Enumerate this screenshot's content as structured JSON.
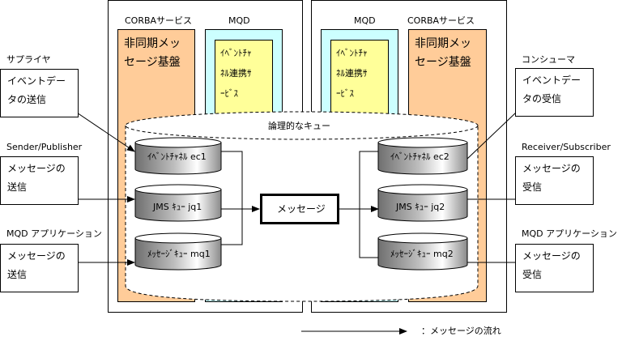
{
  "host_left": {
    "corba_label": "CORBAサービス",
    "mqd_label": "MQD",
    "corba_box_lines": [
      "非同期メッ",
      "セージ基盤"
    ],
    "ecs_box_lines": [
      "ｲﾍﾞﾝﾄﾁｬ",
      "ﾈﾙ連携ｻ",
      "ｰﾋﾞｽ"
    ]
  },
  "host_right": {
    "corba_label": "CORBAサービス",
    "mqd_label": "MQD",
    "corba_box_lines": [
      "非同期メッ",
      "セージ基盤"
    ],
    "ecs_box_lines": [
      "ｲﾍﾞﾝﾄﾁｬ",
      "ﾈﾙ連携ｻ",
      "ｰﾋﾞｽ"
    ]
  },
  "logical_queue_label": "論理的なキュー",
  "message_box_label": "メッセージ",
  "left_queues": [
    {
      "label": "ｲﾍﾞﾝﾄﾁｬﾈﾙ ec1"
    },
    {
      "label": "JMS ｷｭｰ jq1"
    },
    {
      "label": "ﾒｯｾｰｼﾞｷｭｰ mq1"
    }
  ],
  "right_queues": [
    {
      "label": "ｲﾍﾞﾝﾄﾁｬﾈﾙ ec2"
    },
    {
      "label": "JMS ｷｭｰ jq2"
    },
    {
      "label": "ﾒｯｾｰｼﾞｷｭｰ mq2"
    }
  ],
  "senders": [
    {
      "title": "サプライヤ",
      "lines": [
        "イベントデー",
        "タの送信"
      ]
    },
    {
      "title": "Sender/Publisher",
      "lines": [
        "メッセージの",
        "送信"
      ]
    },
    {
      "title": "MQD アプリケーション",
      "lines": [
        "メッセージの",
        "送信"
      ]
    }
  ],
  "receivers": [
    {
      "title": "コンシューマ",
      "lines": [
        "イベントデー",
        "タの受信"
      ]
    },
    {
      "title": "Receiver/Subscriber",
      "lines": [
        "メッセージの",
        "受信"
      ]
    },
    {
      "title": "MQD アプリケーション",
      "lines": [
        "メッセージの",
        "受信"
      ]
    }
  ],
  "legend": {
    "label": "：メッセージの流れ"
  },
  "colors": {
    "corba_fill": "#ffcc99",
    "mqd_fill": "#ccffff",
    "ecs_fill": "#ffff99"
  }
}
